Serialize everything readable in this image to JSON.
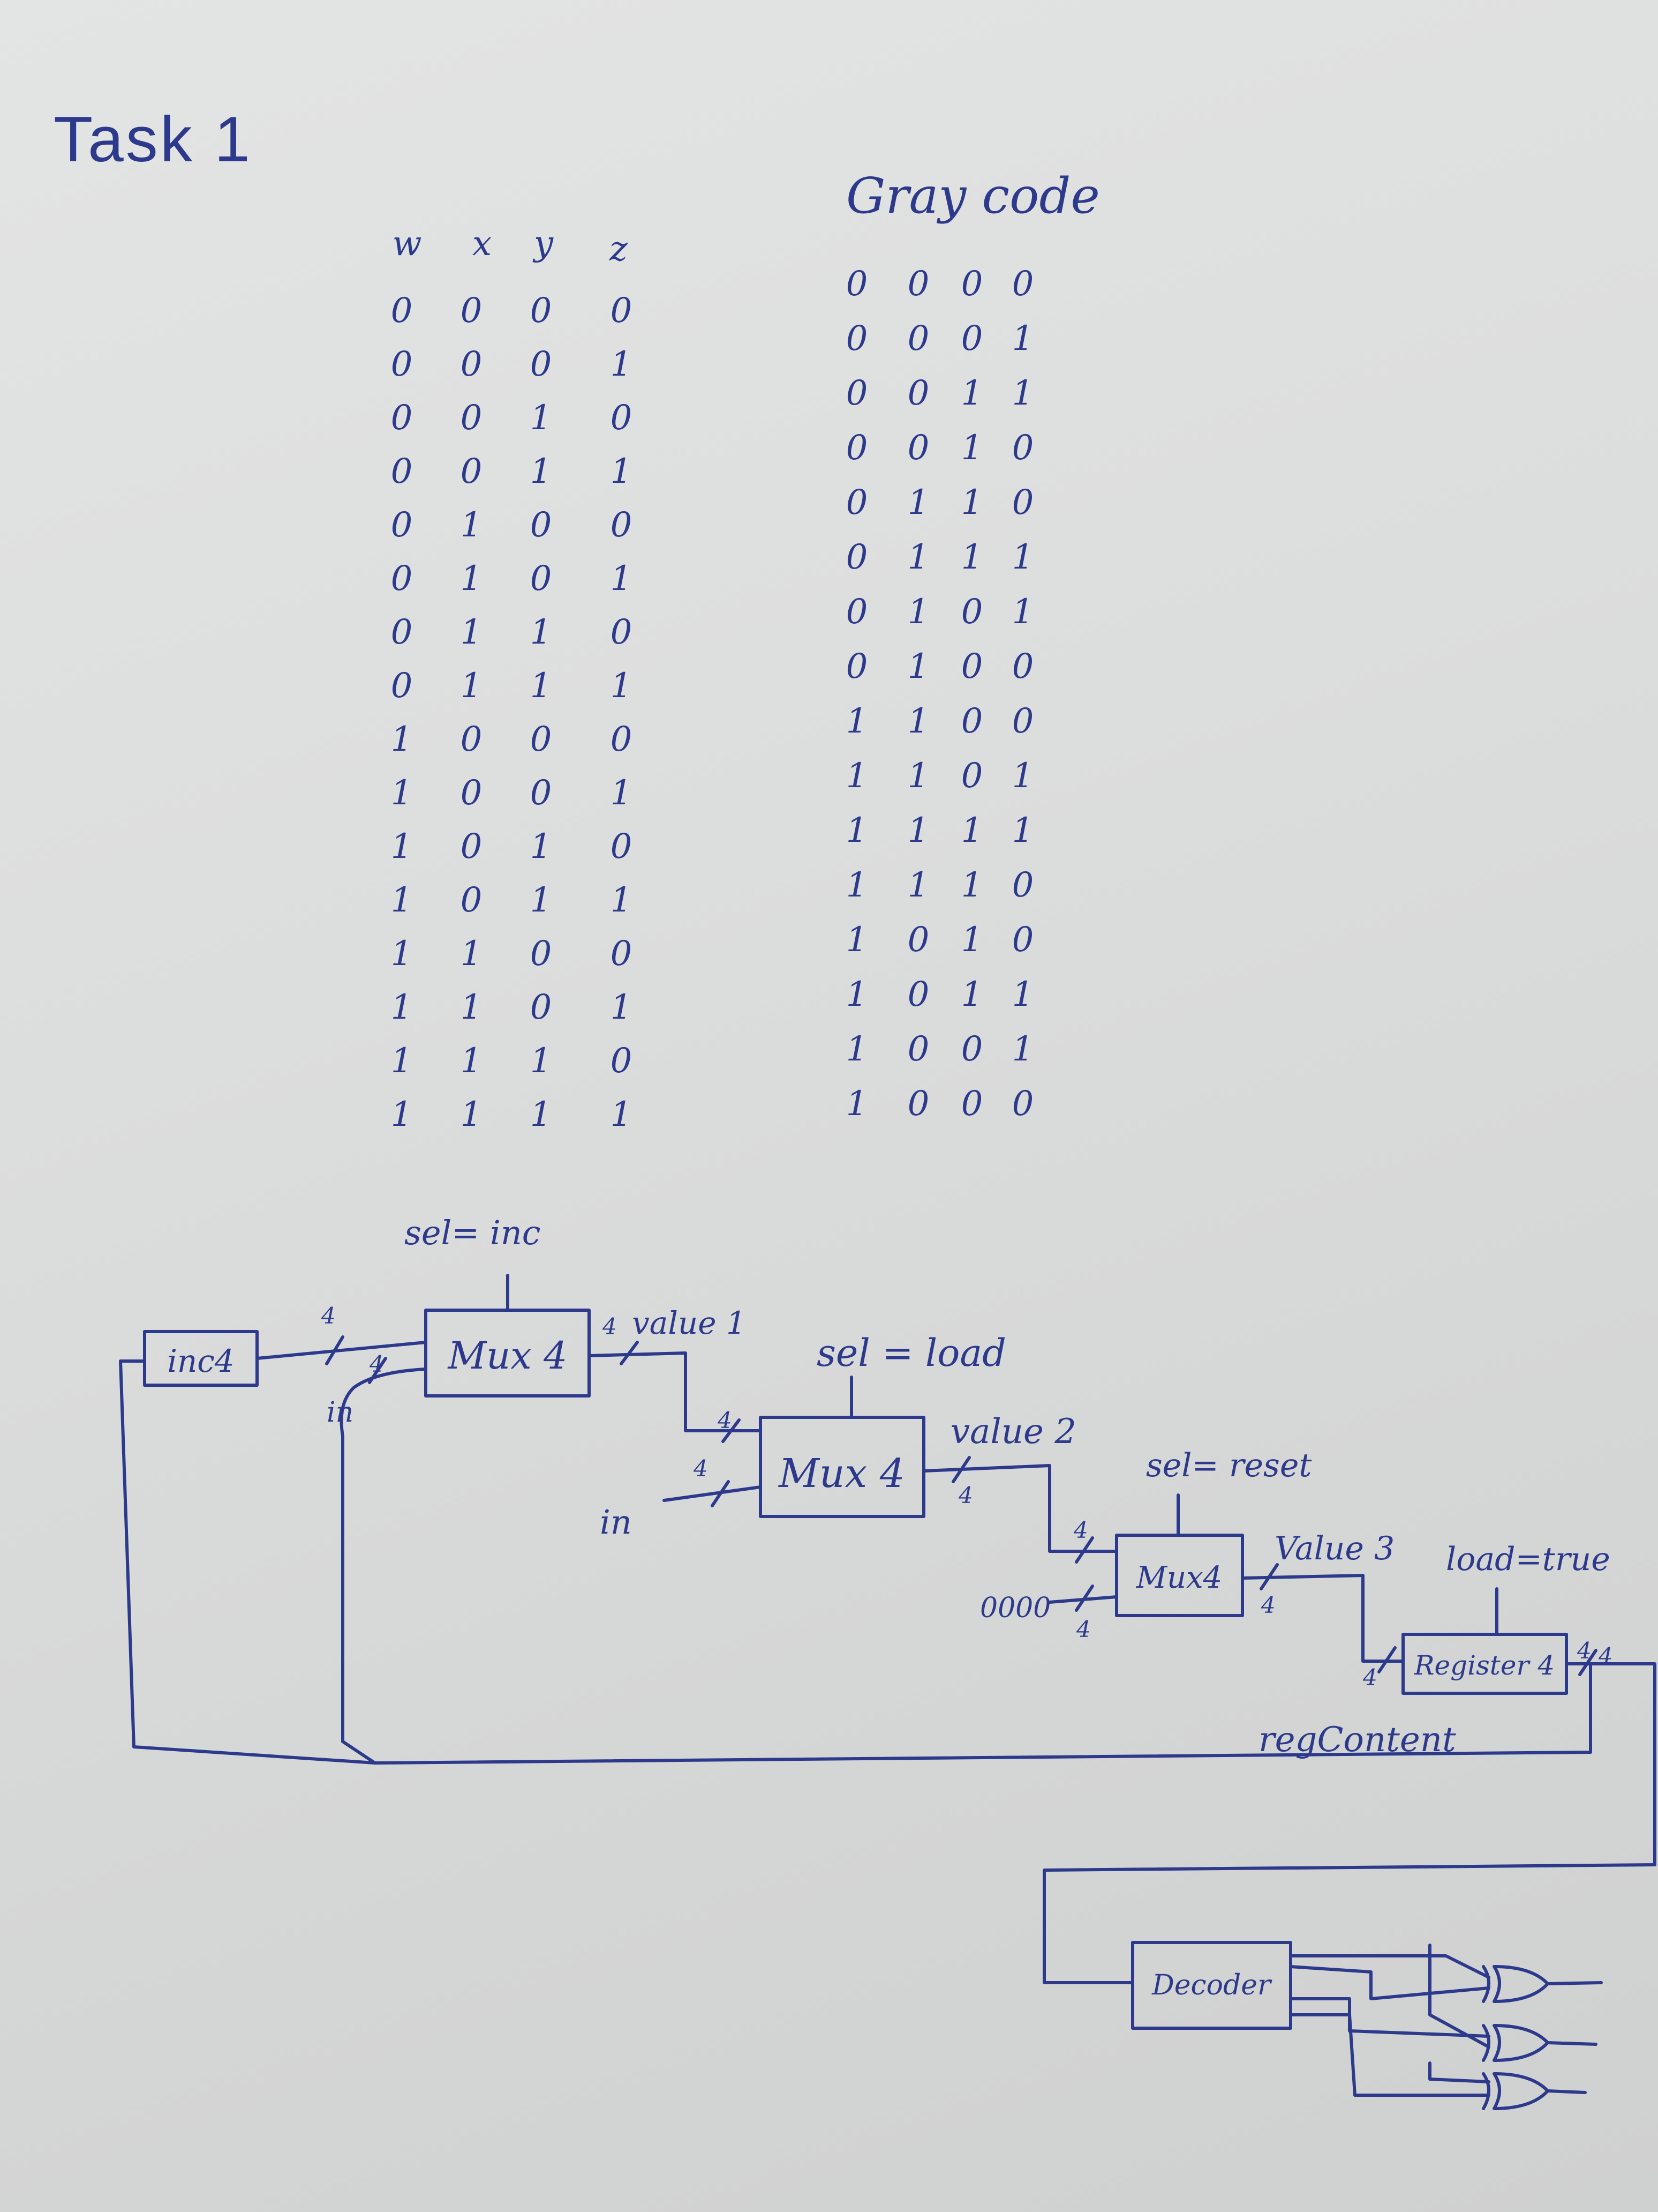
{
  "title": "Task 1",
  "binary_table": {
    "headers": [
      "w",
      "x",
      "y",
      "z"
    ],
    "rows": [
      [
        "0",
        "0",
        "0",
        "0"
      ],
      [
        "0",
        "0",
        "0",
        "1"
      ],
      [
        "0",
        "0",
        "1",
        "0"
      ],
      [
        "0",
        "0",
        "1",
        "1"
      ],
      [
        "0",
        "1",
        "0",
        "0"
      ],
      [
        "0",
        "1",
        "0",
        "1"
      ],
      [
        "0",
        "1",
        "1",
        "0"
      ],
      [
        "0",
        "1",
        "1",
        "1"
      ],
      [
        "1",
        "0",
        "0",
        "0"
      ],
      [
        "1",
        "0",
        "0",
        "1"
      ],
      [
        "1",
        "0",
        "1",
        "0"
      ],
      [
        "1",
        "0",
        "1",
        "1"
      ],
      [
        "1",
        "1",
        "0",
        "0"
      ],
      [
        "1",
        "1",
        "0",
        "1"
      ],
      [
        "1",
        "1",
        "1",
        "0"
      ],
      [
        "1",
        "1",
        "1",
        "1"
      ]
    ]
  },
  "gray_table": {
    "heading": "Gray code",
    "rows": [
      [
        "0",
        "0",
        "0",
        "0"
      ],
      [
        "0",
        "0",
        "0",
        "1"
      ],
      [
        "0",
        "0",
        "1",
        "1"
      ],
      [
        "0",
        "0",
        "1",
        "0"
      ],
      [
        "0",
        "1",
        "1",
        "0"
      ],
      [
        "0",
        "1",
        "1",
        "1"
      ],
      [
        "0",
        "1",
        "0",
        "1"
      ],
      [
        "0",
        "1",
        "0",
        "0"
      ],
      [
        "1",
        "1",
        "0",
        "0"
      ],
      [
        "1",
        "1",
        "0",
        "1"
      ],
      [
        "1",
        "1",
        "1",
        "1"
      ],
      [
        "1",
        "1",
        "1",
        "0"
      ],
      [
        "1",
        "0",
        "1",
        "0"
      ],
      [
        "1",
        "0",
        "1",
        "1"
      ],
      [
        "1",
        "0",
        "0",
        "1"
      ],
      [
        "1",
        "0",
        "0",
        "0"
      ]
    ]
  },
  "circuit": {
    "inc_box": "inc4",
    "mux1": {
      "label": "Mux 4",
      "sel": "sel= inc",
      "out": "value 1"
    },
    "mux2": {
      "label": "Mux 4",
      "sel": "sel = load",
      "out": "value 2"
    },
    "mux3": {
      "label": "Mux4",
      "sel": "sel= reset",
      "out": "Value 3",
      "const_in": "0000"
    },
    "register": {
      "label": "Register 4",
      "load": "load=true",
      "out": "regContent"
    },
    "decoder": {
      "label": "Decoder"
    },
    "in_labels": [
      "in",
      "in"
    ],
    "bus_widths": [
      "4",
      "4",
      "4",
      "4",
      "4",
      "4",
      "4",
      "4",
      "4",
      "4",
      "4",
      "4"
    ]
  }
}
